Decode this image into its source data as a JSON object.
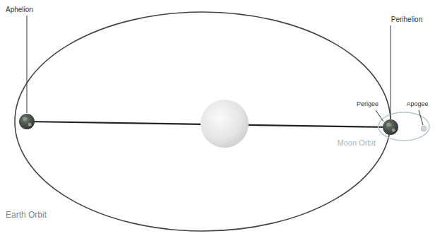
{
  "diagram": {
    "labels": [
      "Aphelion",
      "Perihelion",
      "Perigee",
      "Apogee",
      "Moon Orbit",
      "Earth Orbit"
    ]
  }
}
